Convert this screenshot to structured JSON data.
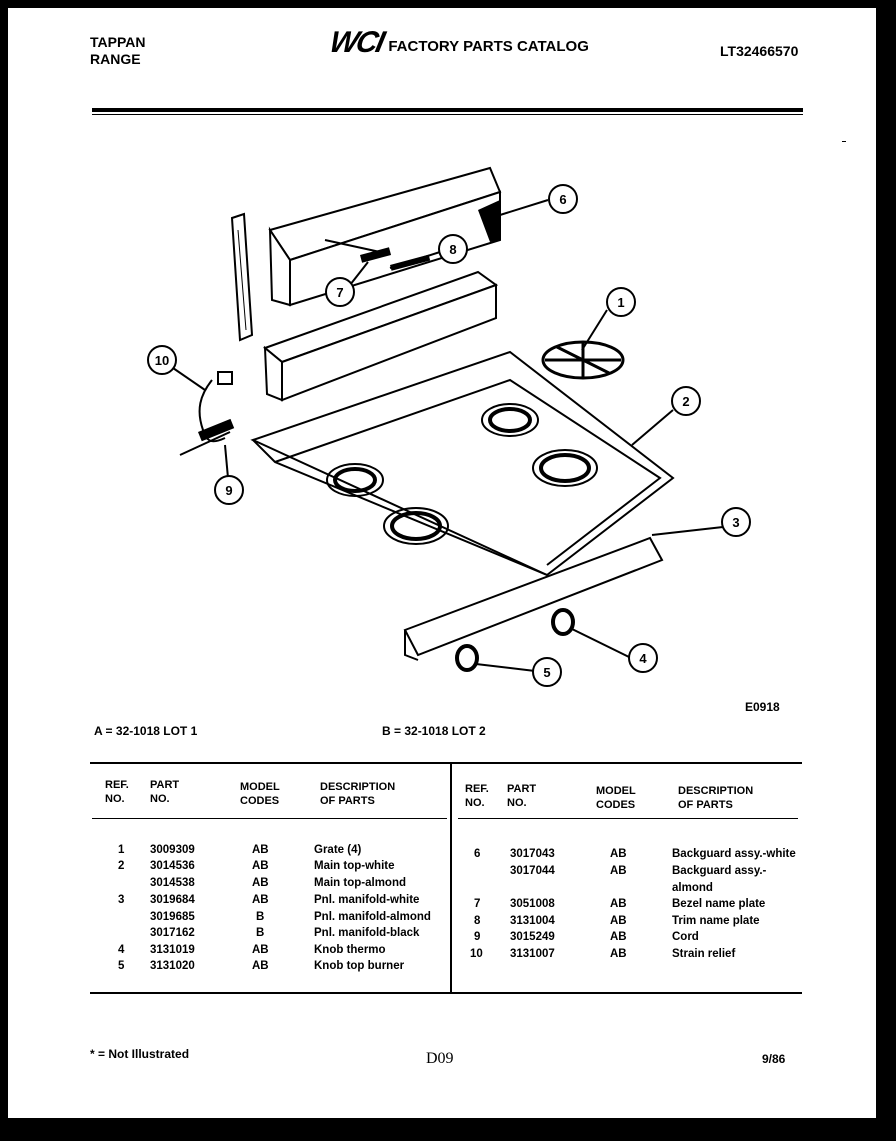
{
  "header": {
    "brand_line1": "TAPPAN",
    "brand_line2": "RANGE",
    "logo": "WCI",
    "catalog_title": "FACTORY PARTS CATALOG",
    "catalog_number": "LT32466570"
  },
  "diagram": {
    "code": "E0918",
    "callouts": [
      "1",
      "2",
      "3",
      "4",
      "5",
      "6",
      "7",
      "8",
      "9",
      "10"
    ]
  },
  "lots": {
    "a": "A = 32-1018 LOT 1",
    "b": "B = 32-1018 LOT 2"
  },
  "table": {
    "headers_left": {
      "ref": "REF.\nNO.",
      "part": "PART\nNO.",
      "model": "MODEL\nCODES",
      "desc": "DESCRIPTION\nOF PARTS"
    },
    "headers_right": {
      "ref": "REF.\nNO.",
      "part": "PART\nNO.",
      "model": "MODEL\nCODES",
      "desc": "DESCRIPTION\nOF PARTS"
    },
    "left_rows": [
      {
        "ref": "1",
        "part": "3009309",
        "model": "AB",
        "desc": "Grate (4)"
      },
      {
        "ref": "2",
        "part": "3014536",
        "model": "AB",
        "desc": "Main top-white"
      },
      {
        "ref": "",
        "part": "3014538",
        "model": "AB",
        "desc": "Main top-almond"
      },
      {
        "ref": "3",
        "part": "3019684",
        "model": "AB",
        "desc": "Pnl. manifold-white"
      },
      {
        "ref": "",
        "part": "3019685",
        "model": "B",
        "desc": "Pnl. manifold-almond"
      },
      {
        "ref": "",
        "part": "3017162",
        "model": "B",
        "desc": "Pnl. manifold-black"
      },
      {
        "ref": "4",
        "part": "3131019",
        "model": "AB",
        "desc": "Knob thermo"
      },
      {
        "ref": "5",
        "part": "3131020",
        "model": "AB",
        "desc": "Knob top burner"
      }
    ],
    "right_rows": [
      {
        "ref": "6",
        "part": "3017043",
        "model": "AB",
        "desc": "Backguard assy.-white"
      },
      {
        "ref": "",
        "part": "3017044",
        "model": "AB",
        "desc": "Backguard assy.-"
      },
      {
        "ref": "",
        "part": "",
        "model": "",
        "desc": "almond"
      },
      {
        "ref": "7",
        "part": "3051008",
        "model": "AB",
        "desc": "Bezel name plate"
      },
      {
        "ref": "8",
        "part": "3131004",
        "model": "AB",
        "desc": "Trim name plate"
      },
      {
        "ref": "9",
        "part": "3015249",
        "model": "AB",
        "desc": "Cord"
      },
      {
        "ref": "10",
        "part": "3131007",
        "model": "AB",
        "desc": "Strain relief"
      }
    ]
  },
  "footer": {
    "note": "* = Not Illustrated",
    "page": "D09",
    "date": "9/86"
  }
}
